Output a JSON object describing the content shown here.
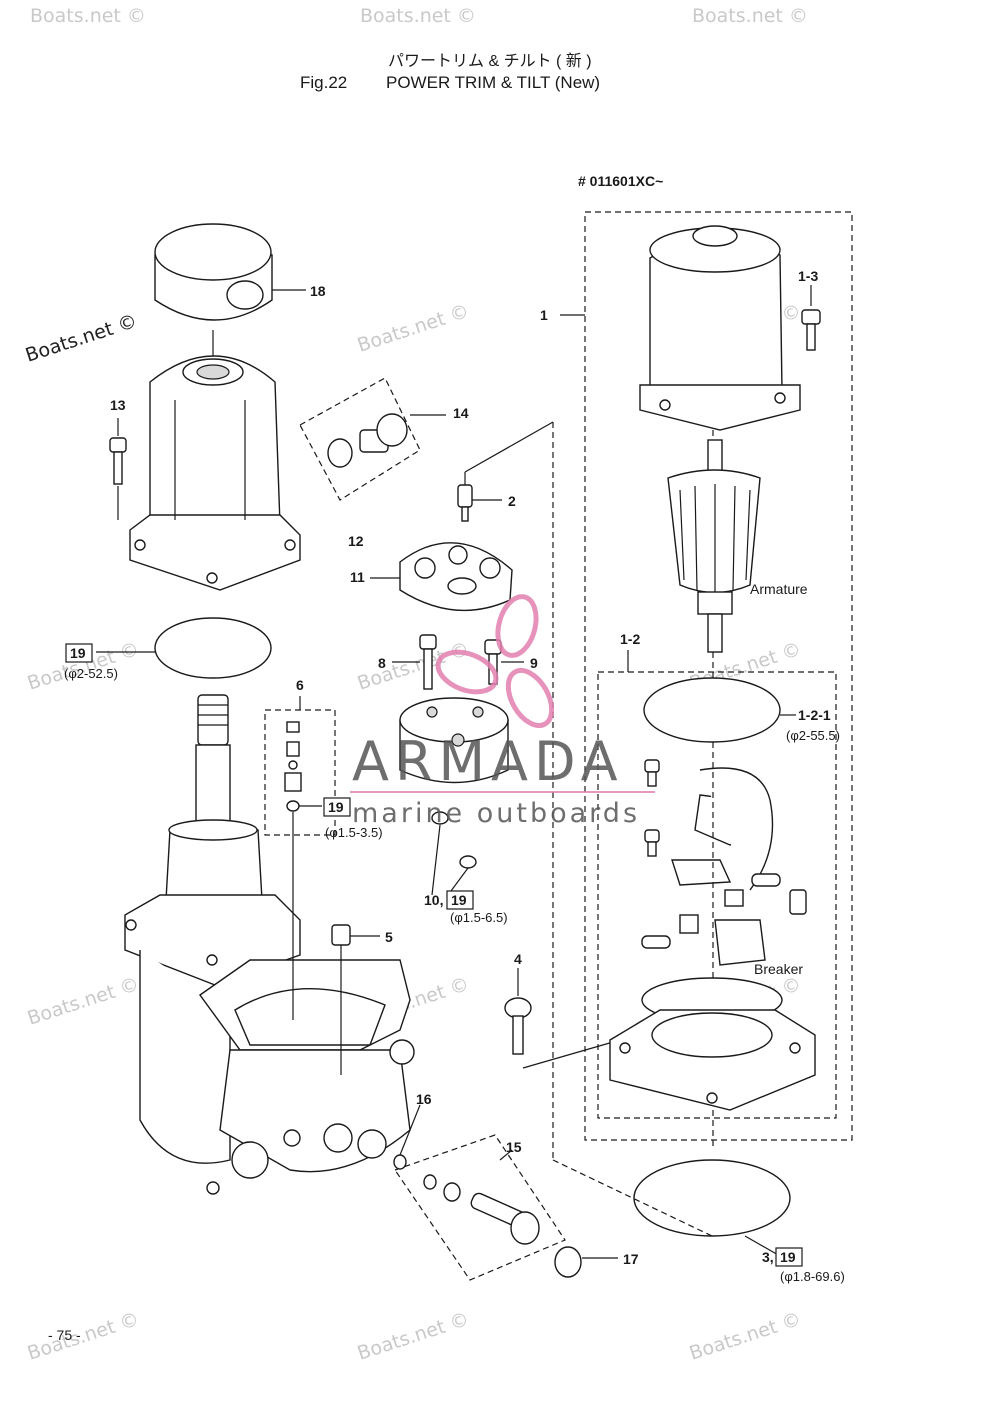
{
  "header": {
    "title_jp": "パワートリム & チルト ( 新 )",
    "fig_number": "Fig.22",
    "title_en": "POWER TRIM & TILT (New)"
  },
  "serial_range": "# 011601XC~",
  "callouts": {
    "c1": "1",
    "c1_3": "1-3",
    "c1_2": "1-2",
    "c1_2_1": "1-2-1",
    "c1_2_1_spec": "(φ2-55.5)",
    "c2": "2",
    "c3": "3,",
    "c3_box": "19",
    "c3_spec": "(φ1.8-69.6)",
    "c4": "4",
    "c5": "5",
    "c6": "6",
    "c6_box": "19",
    "c6_spec": "(φ1.5-3.5)",
    "c8": "8",
    "c9": "9",
    "c10": "10,",
    "c10_box": "19",
    "c10_spec": "(φ1.5-6.5)",
    "c11": "11",
    "c12": "12",
    "c13": "13",
    "c14": "14",
    "c15": "15",
    "c16": "16",
    "c17": "17",
    "c18": "18",
    "c19_box": "19",
    "c19_spec": "(φ2-52.5)",
    "armature": "Armature",
    "breaker": "Breaker"
  },
  "page_number": "- 75 -",
  "watermarks": {
    "text": "Boats.net ©",
    "overlay_brand": "ARMADA",
    "overlay_tagline": "marine outboards"
  },
  "colors": {
    "line": "#1a1a1a",
    "watermark": "#c9c9c9",
    "logo_pink": "#e27fb0"
  }
}
